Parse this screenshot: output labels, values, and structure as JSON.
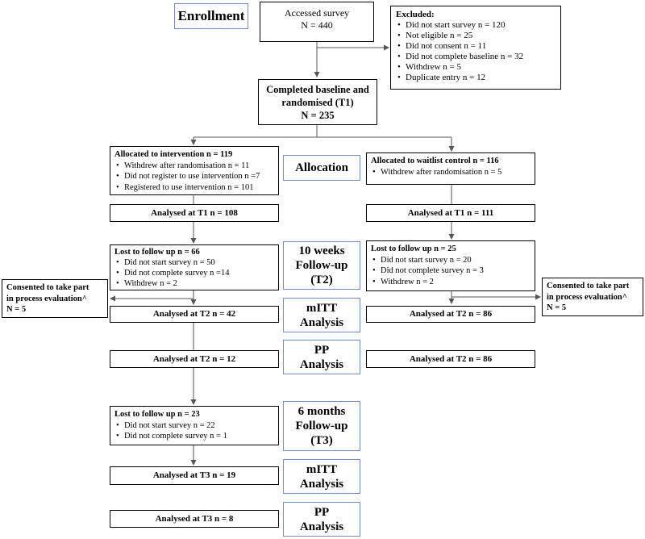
{
  "stages": {
    "enrollment": "Enrollment",
    "allocation": "Allocation",
    "followup_10w": [
      "10 weeks",
      "Follow-up",
      "(T2)"
    ],
    "mitt_t2": [
      "mITT",
      "Analysis"
    ],
    "pp_t2": [
      "PP",
      "Analysis"
    ],
    "followup_6m": [
      "6 months",
      "Follow-up",
      "(T3)"
    ],
    "mitt_t3": [
      "mITT",
      "Analysis"
    ],
    "pp_t3": [
      "PP",
      "Analysis"
    ]
  },
  "accessed": {
    "line1": "Accessed survey",
    "line2": "N = 440"
  },
  "excluded": {
    "title": "Excluded:",
    "items": [
      "Did not start survey n = 120",
      "Not eligible n = 25",
      "Did not consent n = 11",
      "Did not complete baseline n = 32",
      "Withdrew n = 5",
      "Duplicate entry n = 12"
    ]
  },
  "baseline": {
    "line1": "Completed baseline and",
    "line2": "randomised (T1)",
    "line3": "N = 235"
  },
  "intervention": {
    "title": "Allocated to intervention n = 119",
    "items": [
      "Withdrew after randomisation n = 11",
      "Did not register to use intervention n =7",
      "Registered to use intervention n = 101"
    ],
    "analysed_t1": "Analysed at T1 n = 108",
    "lost_t2": {
      "title": "Lost to follow up n = 66",
      "items": [
        "Did not start survey n = 50",
        "Did not complete survey n =14",
        "Withdrew n = 2"
      ]
    },
    "consented": [
      "Consented to take part",
      "in process evaluation^",
      "N = 5"
    ],
    "mitt_t2": "Analysed at T2 n = 42",
    "pp_t2": "Analysed at T2 n = 12",
    "lost_t3": {
      "title": "Lost to follow up n = 23",
      "items": [
        "Did not start survey n = 22",
        "Did not complete survey n = 1"
      ]
    },
    "mitt_t3": "Analysed at T3 n = 19",
    "pp_t3": "Analysed at T3 n = 8"
  },
  "control": {
    "title": "Allocated to waitlist control n = 116",
    "items": [
      "Withdrew after randomisation n = 5"
    ],
    "analysed_t1": "Analysed at T1 n = 111",
    "lost_t2": {
      "title": "Lost to follow up n = 25",
      "items": [
        "Did not start survey n = 20",
        "Did not complete survey n = 3",
        "Withdrew n = 2"
      ]
    },
    "consented": [
      "Consented to take part",
      "in process evaluation^",
      "N = 5"
    ],
    "mitt_t2": "Analysed at T2 n = 86",
    "pp_t2": "Analysed at T2 n = 86"
  }
}
